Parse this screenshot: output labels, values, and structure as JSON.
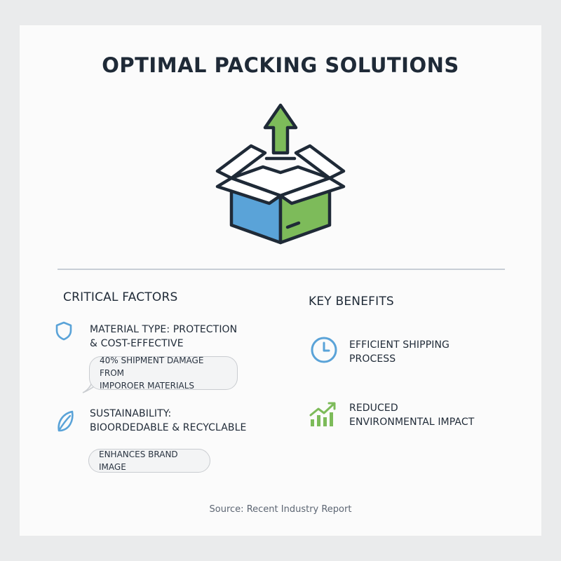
{
  "title": "OPTIMAL PACKING SOLUTIONS",
  "hero": {
    "icon": "open-box-upload-icon",
    "colors": {
      "left_face": "#5aa3d8",
      "right_face": "#7dbb5a",
      "arrow": "#7dbb5a",
      "outline": "#1f2a37"
    }
  },
  "critical_factors": {
    "heading": "CRITICAL FACTORS",
    "items": [
      {
        "icon": "shield-icon",
        "line1": "MATERIAL TYPE: PROTECTION",
        "line2": "& COST-EFFECTIVE",
        "note_line1": "40% SHIPMENT DAMAGE FROM",
        "note_line2": "IMPOROER MATERIALS"
      },
      {
        "icon": "leaf-icon",
        "line1": "SUSTAINABILITY:",
        "line2": "BIOORDEDABLE & RECYCLABLE",
        "note_line1": "ENHANCES BRAND IMAGE"
      }
    ]
  },
  "key_benefits": {
    "heading": "KEY BENEFITS",
    "items": [
      {
        "icon": "clock-icon",
        "line1": "EFFICIENT SHIPPING",
        "line2": "PROCESS"
      },
      {
        "icon": "growth-chart-icon",
        "line1": "REDUCED",
        "line2": "ENVIRONMENTAL IMPACT"
      }
    ]
  },
  "source": "Source: Recent Industry Report",
  "colors": {
    "blue": "#5aa3d8",
    "green": "#7dbb5a",
    "text": "#1f2a37",
    "divider": "#c8ced6"
  }
}
